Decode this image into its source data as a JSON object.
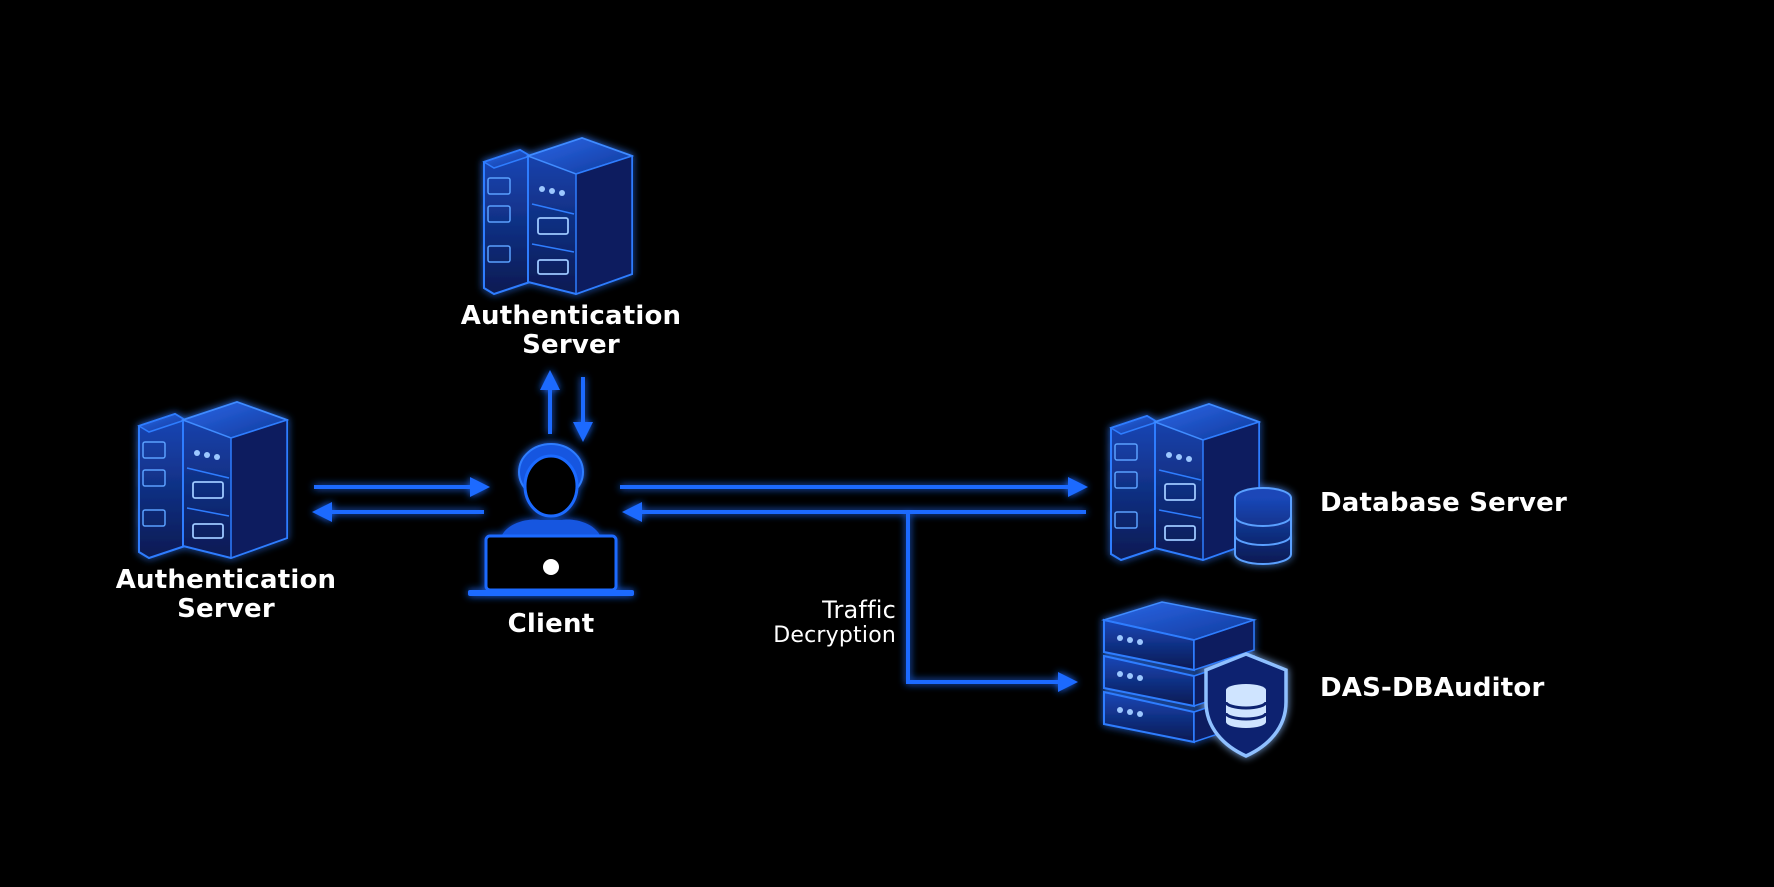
{
  "nodes": {
    "auth_top": {
      "line1": "Authentication",
      "line2": "Server",
      "icon": "server-rack-icon"
    },
    "auth_left": {
      "line1": "Authentication",
      "line2": "Server",
      "icon": "server-rack-icon"
    },
    "client": {
      "label": "Client",
      "icon": "user-laptop-icon"
    },
    "db_server": {
      "label": "Database Server",
      "icon": "database-server-icon"
    },
    "auditor": {
      "label": "DAS-DBAuditor",
      "icon": "shield-database-icon"
    }
  },
  "edges": {
    "traffic": {
      "line1": "Traffic",
      "line2": "Decryption"
    }
  },
  "colors": {
    "background": "#000000",
    "accent": "#1a6bff",
    "glow": "#2f7dff",
    "box_fill": "#0b2a7a",
    "label": "#ffffff"
  }
}
